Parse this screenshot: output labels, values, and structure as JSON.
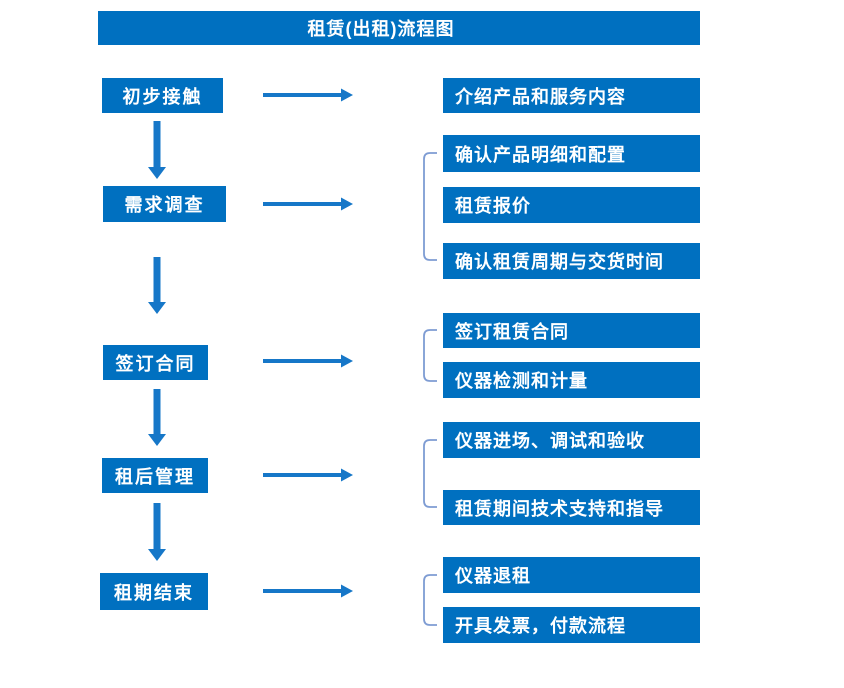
{
  "title": "租赁(出租)流程图",
  "colors": {
    "box_fill": "#0070C0",
    "arrow": "#1677C8",
    "bracket": "#7E9CD3",
    "box_text": "#FFFFFF",
    "background": "#FFFFFF"
  },
  "steps": [
    {
      "label": "初步接触",
      "details": [
        "介绍产品和服务内容"
      ]
    },
    {
      "label": "需求调查",
      "details": [
        "确认产品明细和配置",
        "租赁报价",
        "确认租赁周期与交货时间"
      ]
    },
    {
      "label": "签订合同",
      "details": [
        "签订租赁合同",
        "仪器检测和计量"
      ]
    },
    {
      "label": "租后管理",
      "details": [
        "仪器进场、调试和验收",
        "租赁期间技术支持和指导"
      ]
    },
    {
      "label": "租期结束",
      "details": [
        "仪器退租",
        "开具发票，付款流程"
      ]
    }
  ]
}
